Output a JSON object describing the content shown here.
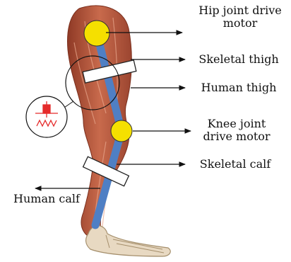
{
  "labels": {
    "hip_motor_line1": "Hip joint drive",
    "hip_motor_line2": "motor",
    "skeletal_thigh": "Skeletal thigh",
    "human_thigh": "Human thigh",
    "knee_motor_line1": "Knee joint",
    "knee_motor_line2": "drive motor",
    "skeletal_calf": "Skeletal calf",
    "human_calf": "Human calf"
  },
  "colors": {
    "motor": "#f5e000",
    "skeleton_bar": "#4f7fc4",
    "strap": "#ffffff",
    "muscle": "#b85a3f",
    "spring_symbol": "#e52b2b"
  }
}
